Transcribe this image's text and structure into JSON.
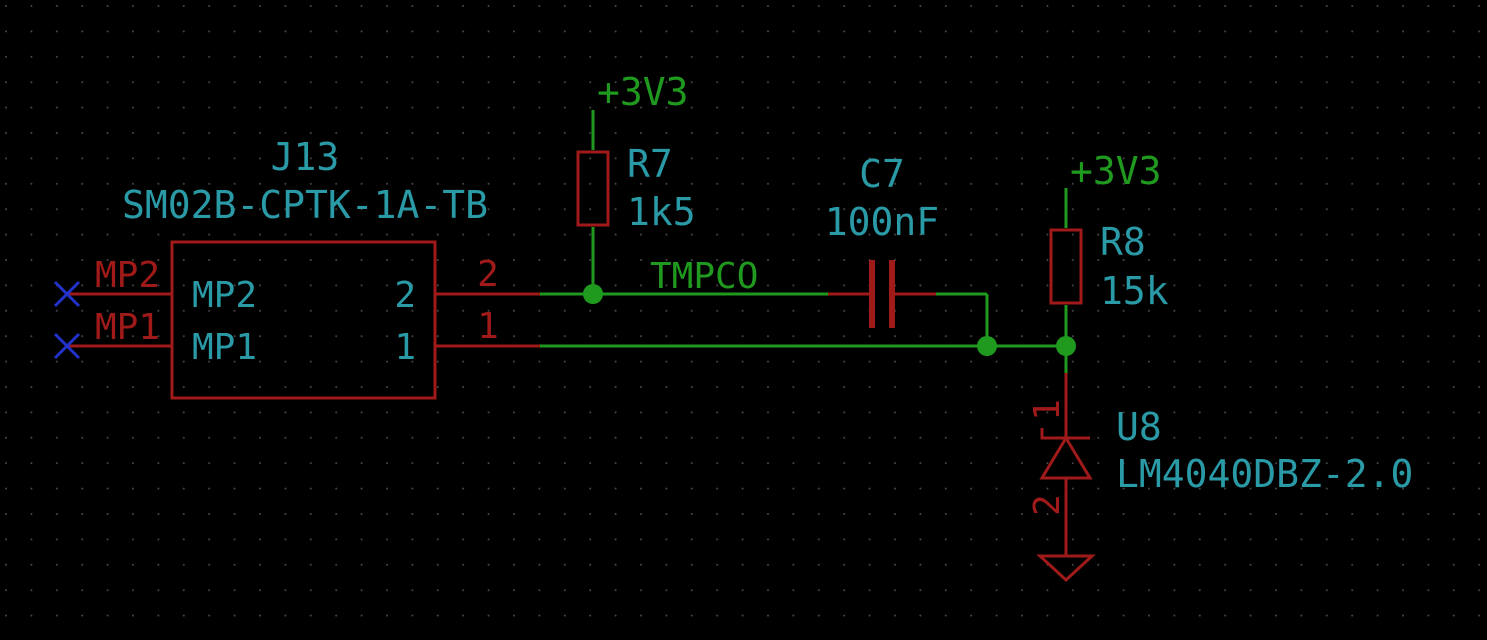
{
  "schematic": {
    "connector": {
      "ref": "J13",
      "value": "SM02B-CPTK-1A-TB",
      "pins": [
        {
          "name": "MP2",
          "number": "2",
          "outer_label": "MP2"
        },
        {
          "name": "MP1",
          "number": "1",
          "outer_label": "MP1"
        }
      ]
    },
    "r7": {
      "ref": "R7",
      "value": "1k5"
    },
    "c7": {
      "ref": "C7",
      "value": "100nF"
    },
    "r8": {
      "ref": "R8",
      "value": "15k"
    },
    "u8": {
      "ref": "U8",
      "value": "LM4040DBZ-2.0",
      "pin1": "1",
      "pin2": "2"
    },
    "power_r7": "+3V3",
    "power_r8": "+3V3",
    "net_label": "TMPCO"
  },
  "colors": {
    "background": "#000000",
    "wire": "#1f9a1f",
    "component": "#a11a1a",
    "text": "#2a9aa6",
    "no_connect": "#2233cc"
  }
}
